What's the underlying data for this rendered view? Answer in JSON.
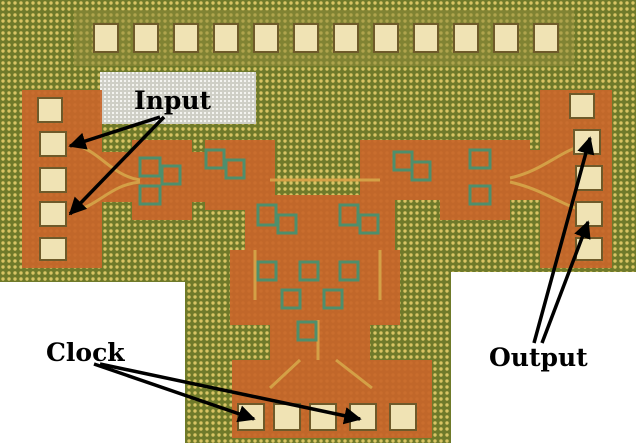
{
  "labels": {
    "input": "Input",
    "clock": "Clock",
    "output": "Output"
  },
  "colors": {
    "substrate": "#8a8a32",
    "die": "#c8662a",
    "pad": "#f0e3b4",
    "pad_rim": "#6e5a2a",
    "trace": "#cf9a3c",
    "device": "#4e8f6c",
    "arrow": "#000000"
  },
  "icons": {
    "bond_pad": "square-pad-icon",
    "transistor_cell": "green-device-cell-icon"
  }
}
